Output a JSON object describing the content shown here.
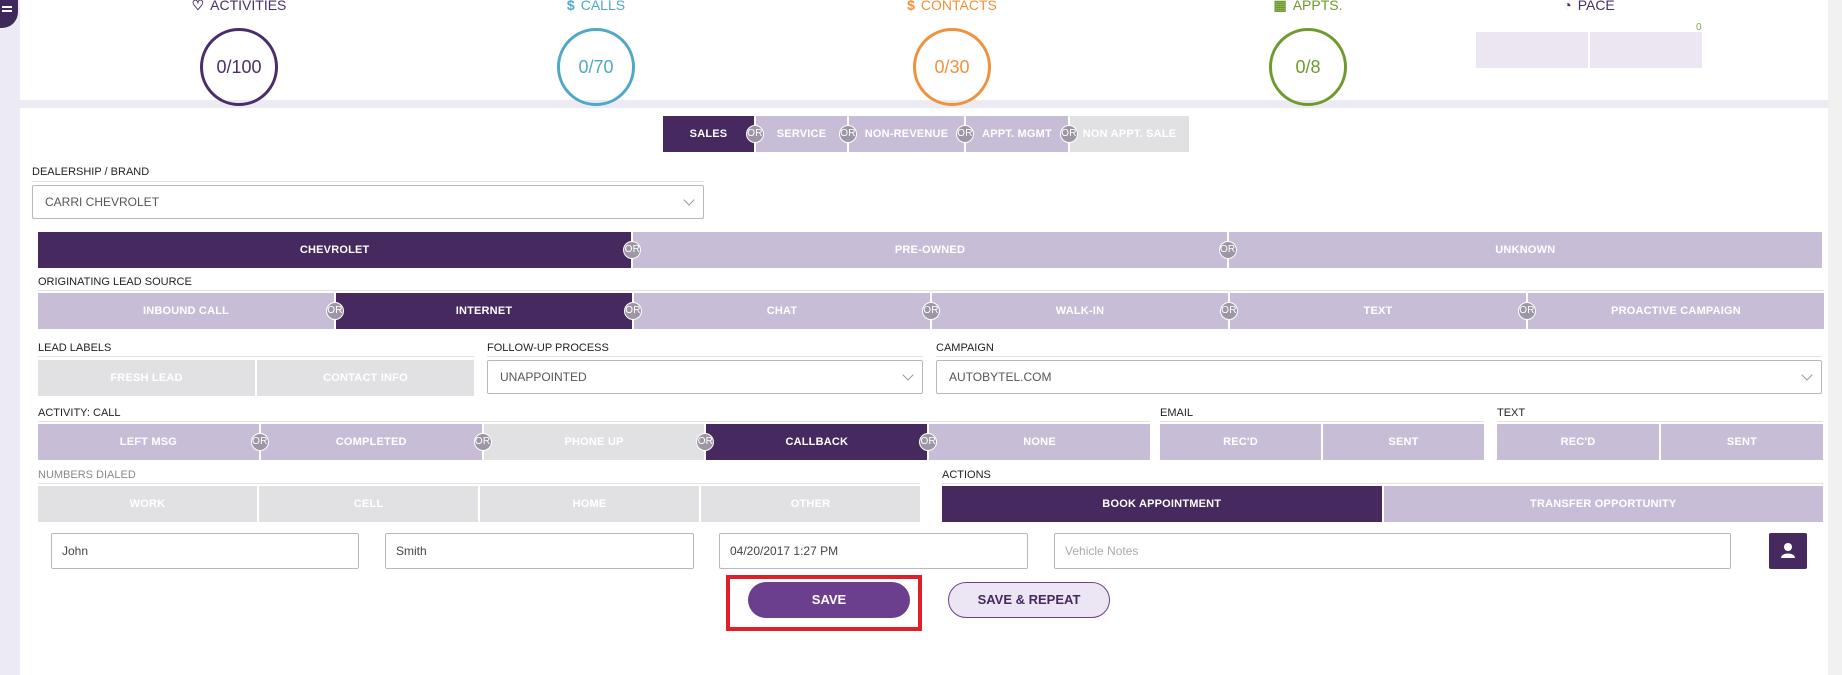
{
  "stats": [
    {
      "label": "ACTIVITIES",
      "icon": "heartbeat-icon",
      "glyph": "♡",
      "value": "0/100",
      "color": "#4a2d6b"
    },
    {
      "label": "CALLS",
      "icon": "dollar-icon",
      "glyph": "$",
      "value": "0/70",
      "color": "#4fa8c8"
    },
    {
      "label": "CONTACTS",
      "icon": "dollar-icon",
      "glyph": "$",
      "value": "0/30",
      "color": "#f0913c"
    },
    {
      "label": "APPTS.",
      "icon": "calendar-icon",
      "glyph": "▦",
      "value": "0/8",
      "color": "#6f9a2f"
    }
  ],
  "pace": {
    "label": "PACE",
    "value": "0",
    "color": "#4a2d6b"
  },
  "department_tabs": [
    {
      "label": "SALES",
      "state": "active"
    },
    {
      "label": "SERVICE",
      "state": "normal"
    },
    {
      "label": "NON-REVENUE",
      "state": "normal"
    },
    {
      "label": "APPT. MGMT",
      "state": "normal"
    },
    {
      "label": "NON APPT. SALE",
      "state": "disabled"
    }
  ],
  "or_label": "or",
  "dealership": {
    "label": "DEALERSHIP / BRAND",
    "value": "CARRI CHEVROLET"
  },
  "brand_tabs": [
    {
      "label": "CHEVROLET",
      "state": "active"
    },
    {
      "label": "PRE-OWNED",
      "state": "normal"
    },
    {
      "label": "UNKNOWN",
      "state": "normal"
    }
  ],
  "lead_source": {
    "label": "ORIGINATING LEAD SOURCE",
    "options": [
      {
        "label": "INBOUND CALL",
        "state": "normal"
      },
      {
        "label": "INTERNET",
        "state": "active"
      },
      {
        "label": "CHAT",
        "state": "normal"
      },
      {
        "label": "WALK-IN",
        "state": "normal"
      },
      {
        "label": "TEXT",
        "state": "normal"
      },
      {
        "label": "PROACTIVE CAMPAIGN",
        "state": "normal"
      }
    ]
  },
  "lead_labels": {
    "label": "LEAD LABELS",
    "options": [
      {
        "label": "FRESH LEAD",
        "state": "disabled"
      },
      {
        "label": "CONTACT INFO",
        "state": "disabled"
      }
    ]
  },
  "followup": {
    "label": "FOLLOW-UP PROCESS",
    "value": "UNAPPOINTED"
  },
  "campaign": {
    "label": "CAMPAIGN",
    "value": "AUTOBYTEL.COM"
  },
  "activity_call": {
    "label": "ACTIVITY: CALL",
    "options": [
      {
        "label": "LEFT MSG",
        "state": "normal"
      },
      {
        "label": "COMPLETED",
        "state": "normal"
      },
      {
        "label": "PHONE UP",
        "state": "disabled"
      },
      {
        "label": "CALLBACK",
        "state": "active"
      },
      {
        "label": "NONE",
        "state": "normal"
      }
    ]
  },
  "email": {
    "label": "EMAIL",
    "options": [
      {
        "label": "REC'D",
        "state": "normal"
      },
      {
        "label": "SENT",
        "state": "normal"
      }
    ]
  },
  "text": {
    "label": "TEXT",
    "options": [
      {
        "label": "REC'D",
        "state": "normal"
      },
      {
        "label": "SENT",
        "state": "normal"
      }
    ]
  },
  "numbers_dialed": {
    "label": "NUMBERS DIALED",
    "options": [
      {
        "label": "WORK",
        "state": "disabled"
      },
      {
        "label": "CELL",
        "state": "disabled"
      },
      {
        "label": "HOME",
        "state": "disabled"
      },
      {
        "label": "OTHER",
        "state": "disabled"
      }
    ]
  },
  "actions": {
    "label": "ACTIONS",
    "options": [
      {
        "label": "BOOK APPOINTMENT",
        "state": "active"
      },
      {
        "label": "TRANSFER OPPORTUNITY",
        "state": "normal"
      }
    ]
  },
  "inputs": {
    "first_name": "John",
    "last_name": "Smith",
    "datetime": "04/20/2017 1:27 PM",
    "vehicle_notes_placeholder": "Vehicle Notes"
  },
  "buttons": {
    "save": "SAVE",
    "save_repeat": "SAVE & REPEAT"
  }
}
